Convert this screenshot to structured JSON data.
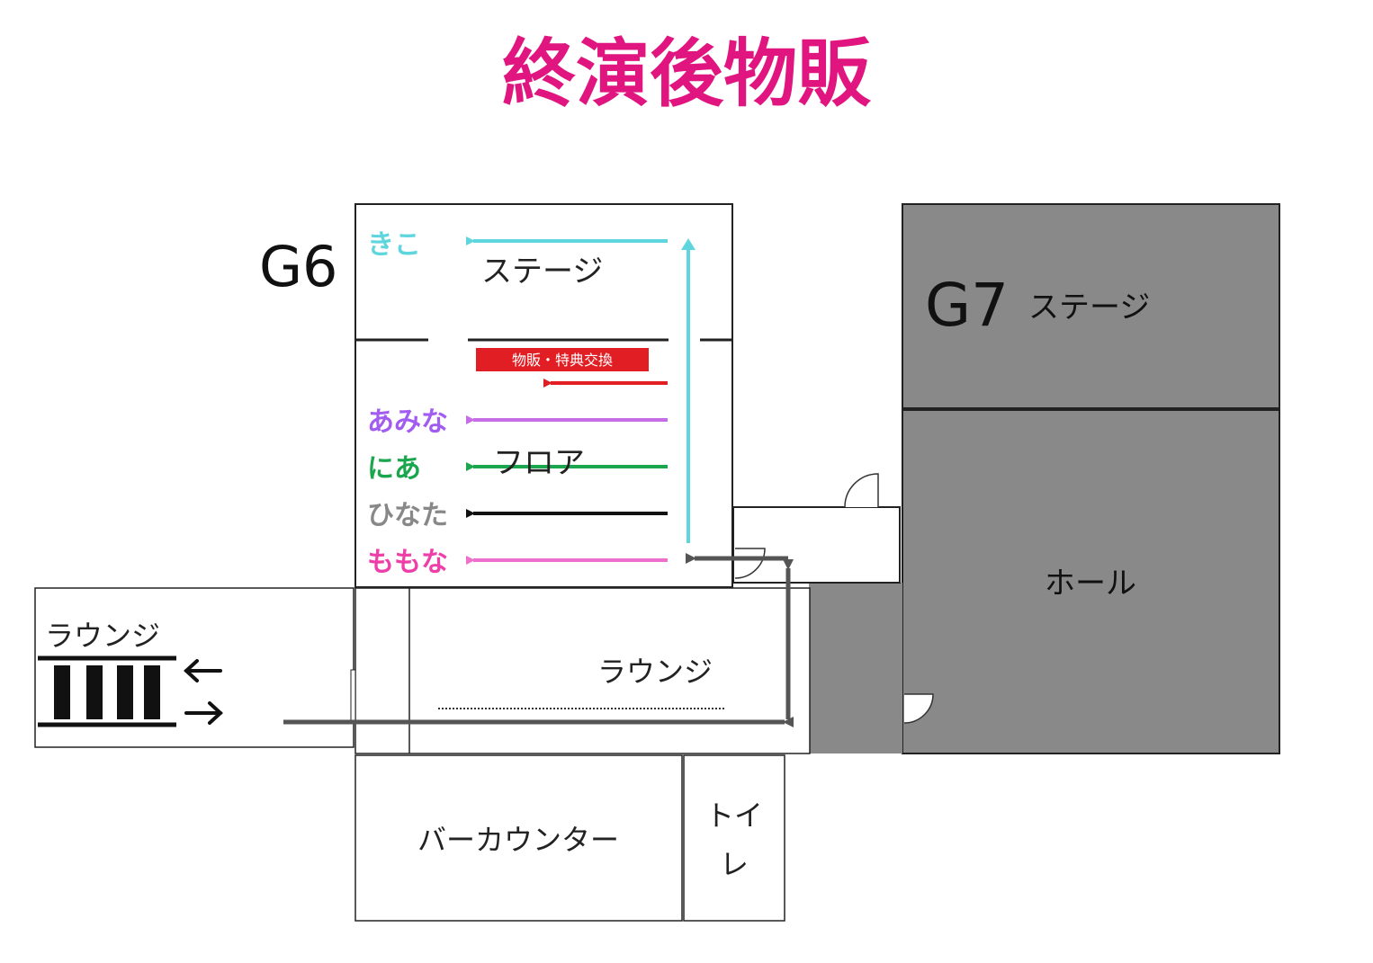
{
  "title": "終演後物販",
  "colors": {
    "title": "#e0157f",
    "kiko": "#5fd6de",
    "sales": "#e01e24",
    "amina": "#a35cf0",
    "nia": "#1aa64d",
    "hinata": "#888888",
    "momona": "#ee3fa8",
    "dark_area": "#898989",
    "wall": "#222222",
    "route": "#555555"
  },
  "g6": {
    "label": "G6",
    "stage": "ステージ",
    "floor": "フロア",
    "sales_banner": "物販・特典交換"
  },
  "g7": {
    "label": "G7",
    "stage": "ステージ",
    "hall": "ホール"
  },
  "members": [
    {
      "name": "きこ",
      "color_key": "kiko"
    },
    {
      "name": "あみな",
      "color_key": "amina"
    },
    {
      "name": "にあ",
      "color_key": "nia"
    },
    {
      "name": "ひなた",
      "color_key": "hinata"
    },
    {
      "name": "ももな",
      "color_key": "momona"
    }
  ],
  "areas": {
    "lounge_left": "ラウンジ",
    "lounge_center": "ラウンジ",
    "bar_counter": "バーカウンター",
    "toilet_line1": "トイ",
    "toilet_line2": "レ"
  },
  "icons": {
    "stairs": "stairs-icon",
    "door": "door-swing-icon",
    "arrow": "arrow-left-icon"
  }
}
